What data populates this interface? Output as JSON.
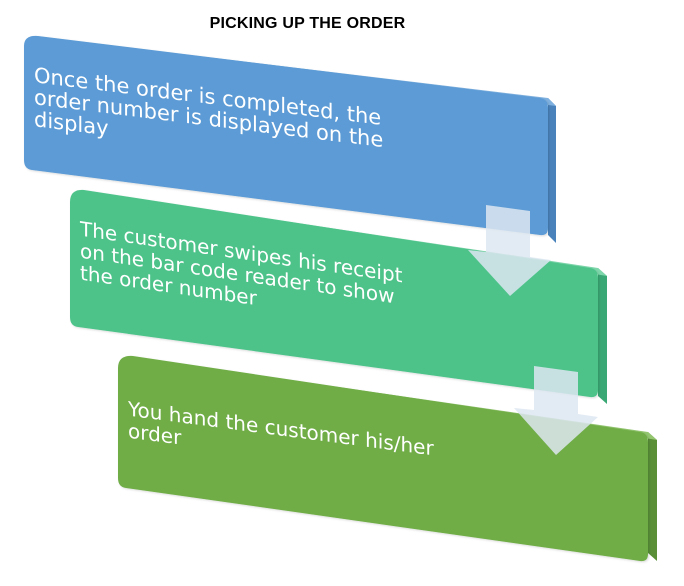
{
  "title": "PICKING UP  THE ORDER",
  "steps": [
    {
      "lines": [
        "Once the order is completed, the",
        "order number is displayed on the",
        "display"
      ],
      "color": "#5b9bd5"
    },
    {
      "lines": [
        "The customer swipes his receipt",
        "on the bar code reader to show",
        "the order number"
      ],
      "color": "#4dc38a"
    },
    {
      "lines": [
        "You hand the customer his/her",
        "order"
      ],
      "color": "#70ad47"
    }
  ],
  "arrow_color": "#dde6f1"
}
